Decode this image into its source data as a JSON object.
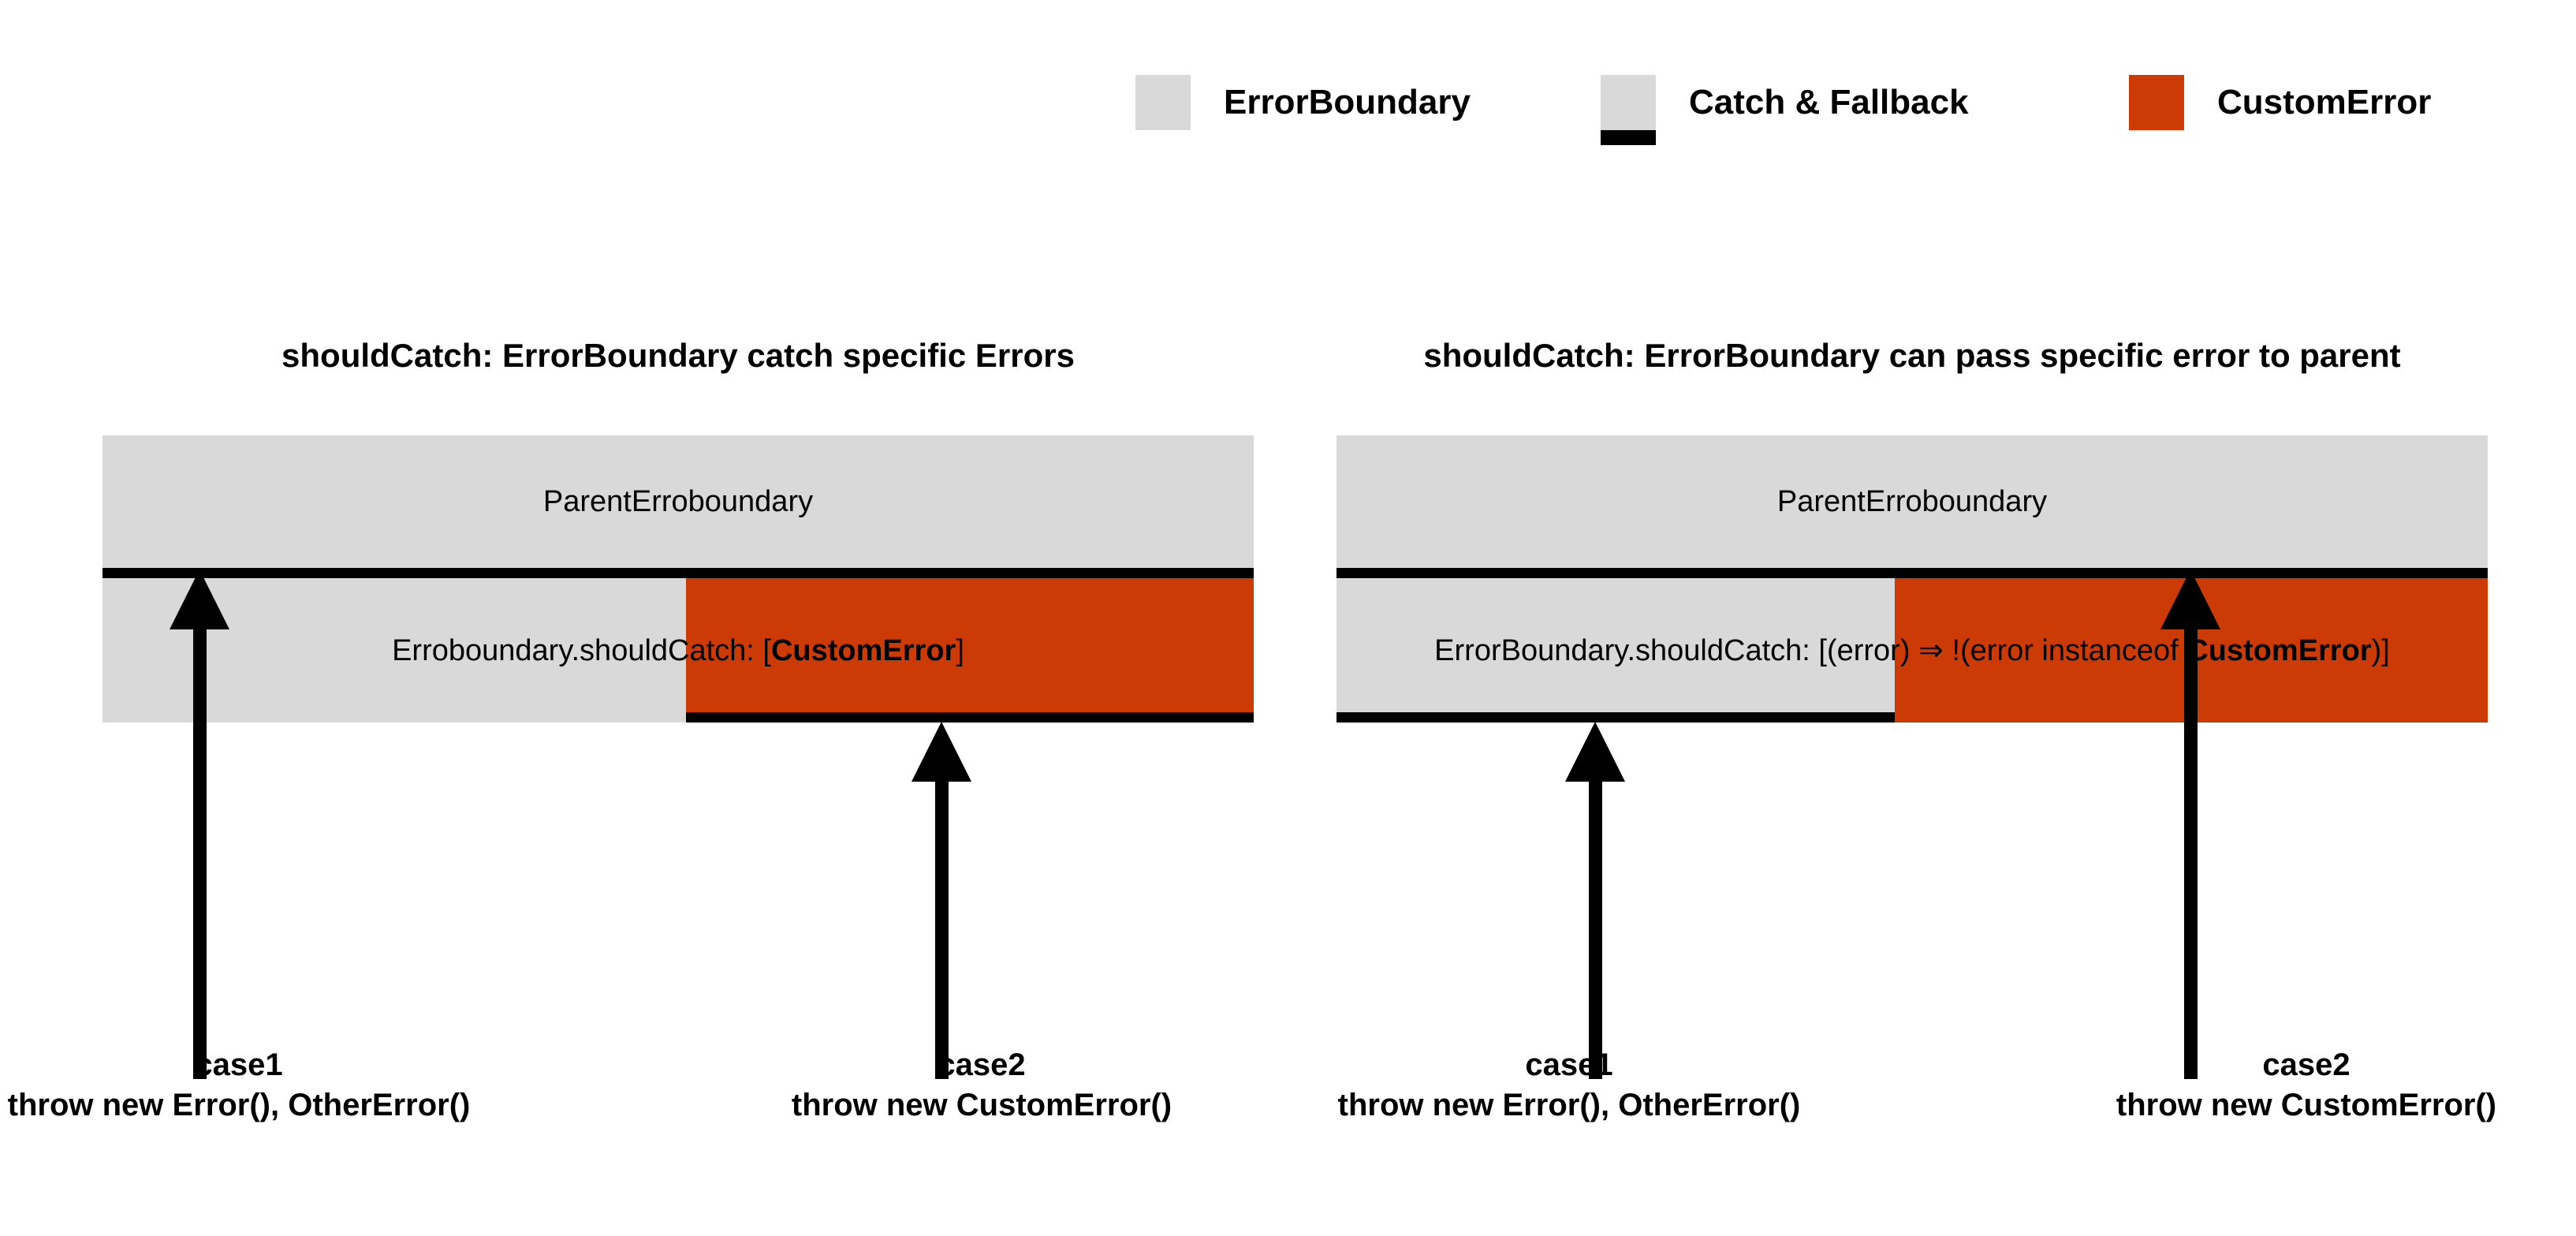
{
  "colors": {
    "background": "#ffffff",
    "gray_block": "#d9d9d9",
    "custom_error": "#cc3a06",
    "bar": "#000000",
    "text": "#000000"
  },
  "legend": {
    "items": [
      {
        "label": "ErrorBoundary",
        "swatch": "gray-square",
        "color": "#d9d9d9"
      },
      {
        "label": "Catch & Fallback",
        "swatch": "gray-square-with-black-bottom-bar",
        "color": "#d9d9d9"
      },
      {
        "label": "CustomError",
        "swatch": "orange-square",
        "color": "#cc3a06"
      }
    ]
  },
  "panels": [
    {
      "id": "left",
      "title": "shouldCatch: ErrorBoundary catch specific Errors",
      "parent_label": "ParentErroboundary",
      "child_label_prefix": "Erroboundary.shouldCatch: [",
      "child_label_bold": "CustomError",
      "child_label_suffix": "]",
      "arrows": [
        {
          "name": "case1",
          "target": "parent-boundary"
        },
        {
          "name": "case2",
          "target": "custom-error-region"
        }
      ],
      "captions": [
        {
          "line1": "case1",
          "line2": "throw new Error(), OtherError()"
        },
        {
          "line1": "case2",
          "line2": "throw new CustomError()"
        }
      ]
    },
    {
      "id": "right",
      "title": "shouldCatch: ErrorBoundary can pass specific error to parent",
      "parent_label": "ParentErroboundary",
      "child_label_prefix": "ErrorBoundary.shouldCatch: [(error) ⇒ !(error instanceof ",
      "child_label_bold": "CustomError",
      "child_label_suffix": ")]",
      "arrows": [
        {
          "name": "case1",
          "target": "error-boundary-region"
        },
        {
          "name": "case2",
          "target": "parent-boundary"
        }
      ],
      "captions": [
        {
          "line1": "case1",
          "line2": "throw new Error(), OtherError()"
        },
        {
          "line1": "case2",
          "line2": "throw new CustomError()"
        }
      ]
    }
  ]
}
